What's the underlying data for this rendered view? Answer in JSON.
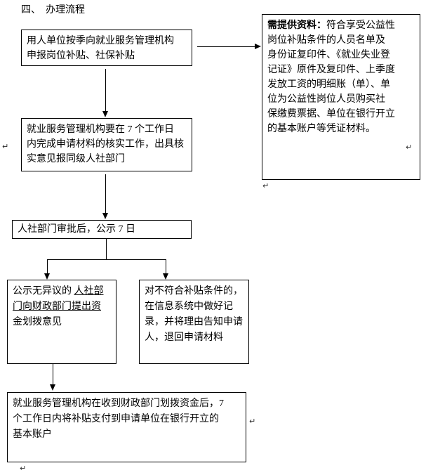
{
  "document": {
    "title": "四、　办理流程",
    "paragraph_mark": "↵"
  },
  "flowchart": {
    "apply_box": {
      "lines": [
        "用人单位按季向就业服务管理机构",
        "申报岗位补贴、社保补贴"
      ]
    },
    "verify_box": {
      "lines": [
        "就业服务管理机构要在 7 个工作日",
        "内完成申请材料的核实工作，出具核",
        "实意见报同级人社部门"
      ]
    },
    "approve_box": {
      "text": "人社部门审批后，公示 7 日"
    },
    "fund_box": {
      "line1_normal": "公示无异议的 ",
      "line1_underlined": "人社部",
      "line2_underlined": "门向财政部门提出资",
      "line3": "金划拨意见"
    },
    "reject_box": {
      "lines": [
        "对不符合补贴条件的，",
        "在信息系统中做好记",
        "录，并将理由告知申请",
        "人，退回申请材料"
      ]
    },
    "payment_box": {
      "lines": [
        "就业服务管理机构在收到财政部门划拨资金后，7",
        "个工作日内将补贴支付到申请单位在银行开立的",
        "基本账户"
      ]
    },
    "materials_box": {
      "label": "需提供资料：",
      "first_line_rest": "符合享受公益性",
      "rest_lines": [
        "岗位补贴条件的人员名单及",
        "身份证复印件、《就业失业登",
        "记证》原件及复印件、上季度",
        "发放工资的明细账（单）、单",
        "位为公益性岗位人员购买社",
        "保缴费票据、单位在银行开立",
        "的基本账户等凭证材料。"
      ]
    }
  }
}
